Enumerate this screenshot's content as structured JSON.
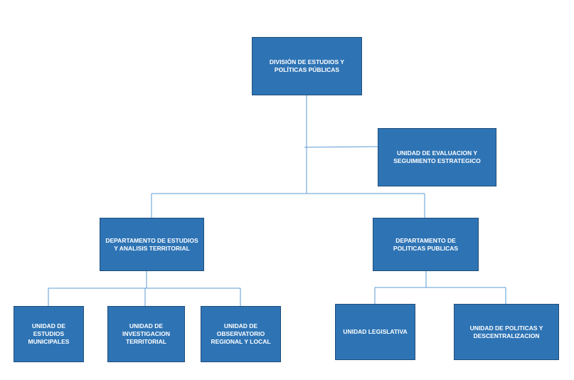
{
  "org_chart": {
    "root": "DIVISIÓN DE ESTUDIOS   Y POLÍTICAS PÚBLICAS",
    "staff_unit": "UNIDAD DE EVALUACION Y SEGUIMIENTO ESTRATEGICO",
    "departments": [
      {
        "name": "DEPARTAMENTO DE ESTUDIOS Y ANALISIS TERRITORIAL",
        "units": [
          "UNIDAD DE\nESTUDIOS\nMUNICIPALES",
          "UNIDAD DE\nINVESTIGACION\nTERRITORIAL",
          "UNIDAD DE\nOBSERVATORIO\nREGIONAL Y LOCAL"
        ]
      },
      {
        "name": "DEPARTAMENTO DE POLITICAS PUBLICAS",
        "units": [
          "UNIDAD LEGISLATIVA",
          "UNIDAD DE POLITICAS Y DESCENTRALIZACION"
        ]
      }
    ]
  },
  "colors": {
    "box_fill": "#2e74b5",
    "box_border": "#1f4e79",
    "connector": "#5b9bd5",
    "text": "#ffffff"
  }
}
